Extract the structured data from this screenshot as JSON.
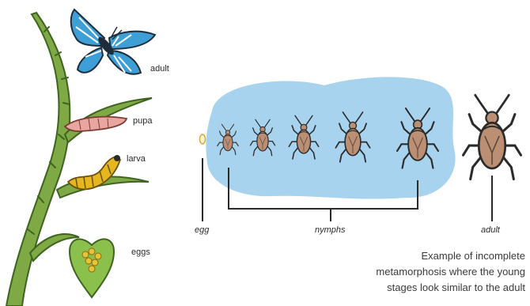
{
  "complete_metamorphosis": {
    "labels": {
      "adult": "adult",
      "pupa": "pupa",
      "larva": "larva",
      "eggs": "eggs"
    }
  },
  "incomplete_metamorphosis": {
    "labels": {
      "egg": "egg",
      "nymphs": "nymphs",
      "adult": "adult"
    },
    "nymph_count": 5,
    "caption": [
      "Example of incomplete",
      "metamorphosis where the young",
      "stages look similar to the adult"
    ]
  },
  "colors": {
    "stem": "#6f9a38",
    "butterfly_wing": "#3d9fd6",
    "pupa": "#e9a6a0",
    "larva": "#e6b61e",
    "egg": "#e8c33a",
    "nymph_body": "#bb8f74",
    "background_blob": "#a8d3ee"
  }
}
